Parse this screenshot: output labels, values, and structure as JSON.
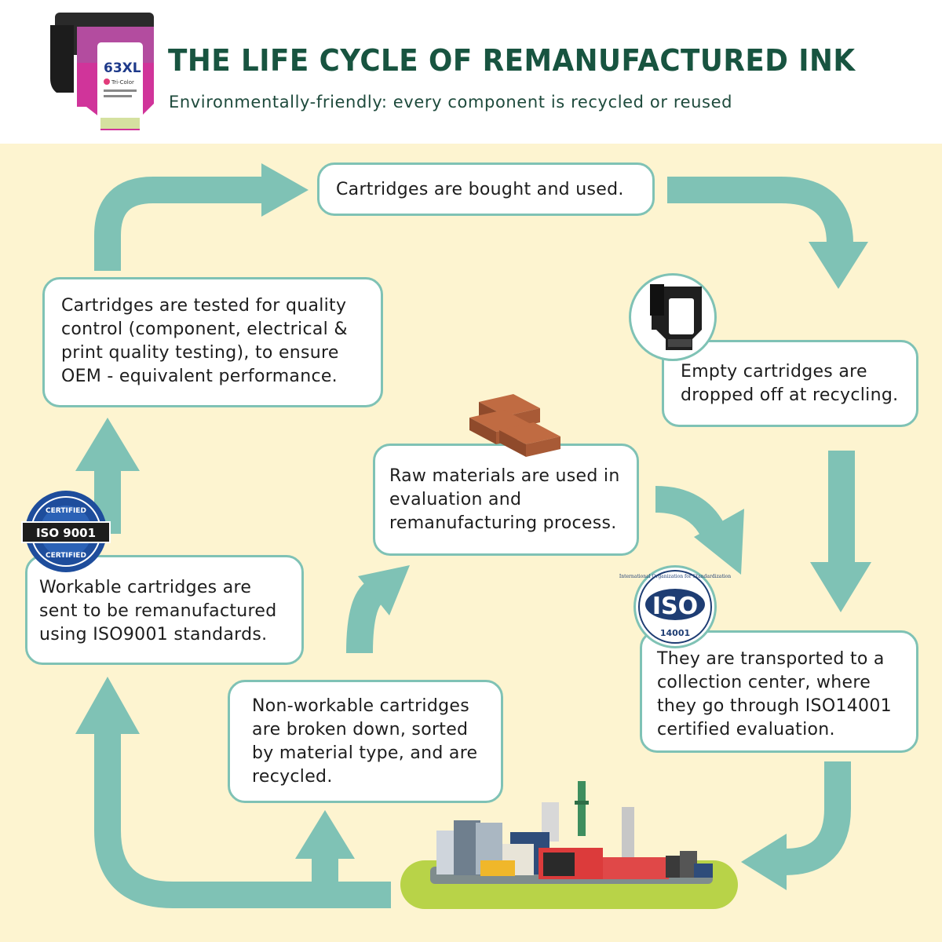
{
  "header": {
    "title": "THE LIFE CYCLE OF REMANUFACTURED INK",
    "subtitle": "Environmentally-friendly: every component is recycled or reused",
    "cartridge_label": "63XL",
    "cartridge_small_text": "Tri-Color"
  },
  "steps": {
    "bought": "Cartridges are bought and used.",
    "dropped_off": "Empty cartridges are dropped off at recycling.",
    "transported": "They are transported to a collection center, where they go through ISO14001 certified evaluation.",
    "raw_materials": "Raw materials are used in evaluation and remanufacturing process.",
    "non_workable": "Non-workable cartridges are broken down, sorted by material type, and are recycled.",
    "workable": "Workable cartridges are sent to be remanufactured using ISO9001 standards.",
    "tested": "Cartridges are tested for quality control (component, electrical & print quality testing), to ensure OEM - equivalent performance."
  },
  "badges": {
    "iso9001_top": "CERTIFIED",
    "iso9001_main": "ISO 9001",
    "iso9001_bottom": "CERTIFIED",
    "iso14001_main": "ISO",
    "iso14001_sub": "14001",
    "iso14001_ring": "International Organization for Standardization"
  },
  "colors": {
    "arrow": "#7fc2b5",
    "title": "#185440",
    "background": "#fdf4d0"
  }
}
